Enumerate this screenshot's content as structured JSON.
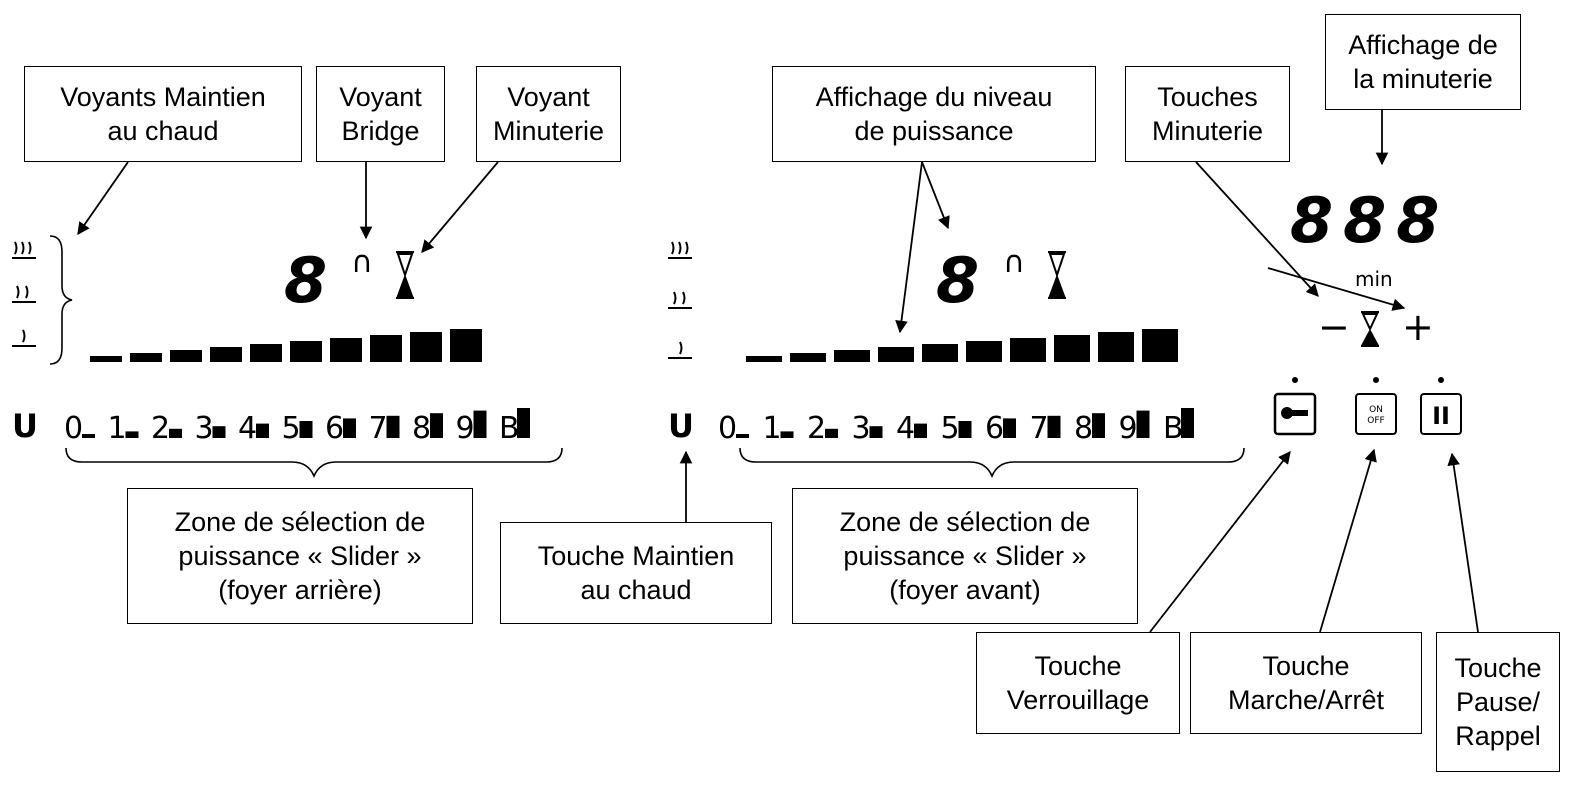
{
  "labels": {
    "voyants_maintien": "Voyants Maintien\nau chaud",
    "voyant_bridge": "Voyant\nBridge",
    "voyant_minuterie": "Voyant\nMinuterie",
    "affichage_niveau": "Affichage du niveau\nde puissance",
    "touches_minuterie": "Touches\nMinuterie",
    "affichage_minuterie": "Affichage de\nla minuterie",
    "zone_arriere": "Zone de sélection de\npuissance «  Slider »\n(foyer arrière)",
    "touche_maintien": "Touche Maintien\nau chaud",
    "zone_avant": "Zone de sélection de\npuissance «  Slider »\n(foyer avant)",
    "touche_verrouillage": "Touche\nVerrouillage",
    "touche_marche_arret": "Touche\nMarche/Arrêt",
    "touche_pause": "Touche\nPause/\nRappel"
  },
  "panel": {
    "digit": "8",
    "bridge_symbol": "∩",
    "timer_digits": "888",
    "timer_unit": "min",
    "minus": "−",
    "plus": "+",
    "onoff_line1": "ON",
    "onoff_line2": "OFF",
    "pause_symbol": "II",
    "keepwarm_key": "U",
    "slider_levels": [
      "0",
      "1",
      "2",
      "3",
      "4",
      "5",
      "6",
      "7",
      "8",
      "9",
      "B"
    ]
  }
}
